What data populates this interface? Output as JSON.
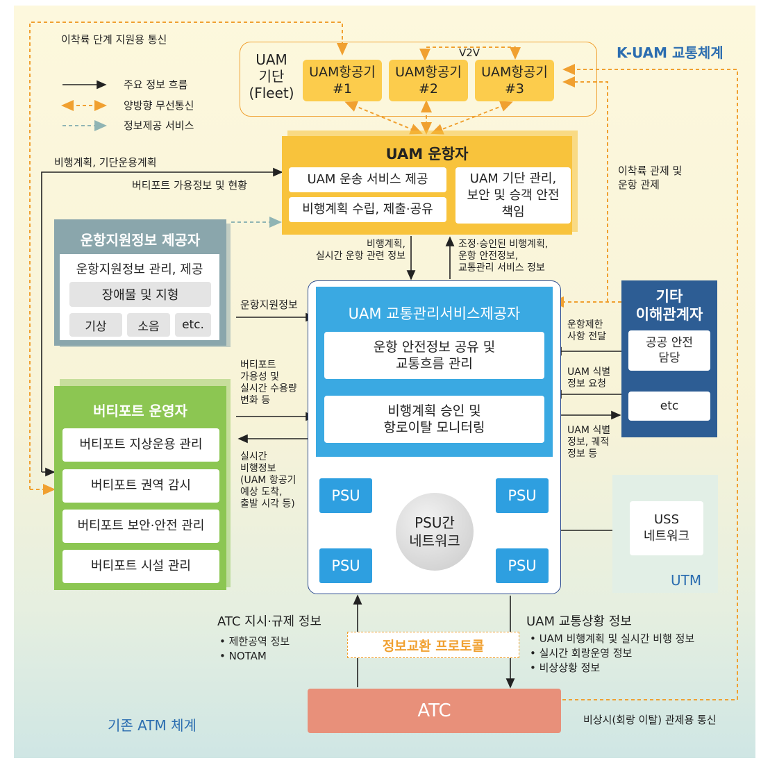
{
  "title_kuam": "K-UAM 교통체계",
  "title_atm": "기존 ATM 체계",
  "title_utm": "UTM",
  "legend": [
    {
      "label": "주요 정보 흐름",
      "color": "#222222"
    },
    {
      "label": "양방향 무선통신",
      "color": "#f0a030"
    },
    {
      "label": "정보제공 서비스",
      "color": "#8fb4b4"
    }
  ],
  "fleet": {
    "label_line1": "UAM",
    "label_line2": "기단",
    "label_line3": "(Fleet)",
    "v2v": "V2V",
    "aircraft": [
      {
        "line1": "UAM항공기",
        "line2": "#1"
      },
      {
        "line1": "UAM항공기",
        "line2": "#2"
      },
      {
        "line1": "UAM항공기",
        "line2": "#3"
      }
    ]
  },
  "operator": {
    "title": "UAM 운항자",
    "service": "UAM 운송 서비스 제공",
    "plan": "비행계획 수립, 제출·공유",
    "fleet_mgmt_1": "UAM 기단 관리,",
    "fleet_mgmt_2": "보안 및 승객 안전",
    "fleet_mgmt_3": "책임"
  },
  "support_provider": {
    "title": "운항지원정보 제공자",
    "subtitle": "운항지원정보 관리, 제공",
    "obstacle": "장애물 및 지형",
    "weather": "기상",
    "noise": "소음",
    "etc": "etc."
  },
  "vertiport": {
    "title": "버티포트 운영자",
    "items": [
      "버티포트 지상운용 관리",
      "버티포트 권역 감시",
      "버티포트 보안·안전 관리",
      "버티포트 시설 관리"
    ]
  },
  "pssp": {
    "title": "UAM 교통관리서비스제공자",
    "box1_line1": "운항 안전정보 공유 및",
    "box1_line2": "교통흐름 관리",
    "box2_line1": "비행계획 승인 및",
    "box2_line2": "항로이탈 모니터링",
    "psu": "PSU",
    "network_line1": "PSU간",
    "network_line2": "네트워크"
  },
  "stakeholders": {
    "title_line1": "기타",
    "title_line2": "이해관계자",
    "safety_line1": "공공 안전",
    "safety_line2": "담당",
    "etc": "etc"
  },
  "uss": {
    "line1": "USS",
    "line2": "네트워크"
  },
  "atc": {
    "label": "ATC"
  },
  "protocol": "정보교환 프로토콜",
  "annotations": {
    "landing_comm": "이착륙 단계 지원용 통신",
    "flight_plan_fleet": "비행계획, 기단운용계획",
    "vertiport_avail": "버티포트 가용정보 및 현황",
    "landing_control_1": "이착륙 관제 및",
    "landing_control_2": "운항 관제",
    "flight_plan_rt_1": "비행계획,",
    "flight_plan_rt_2": "실시간 운항 관련 정보",
    "approved_1": "조정·승인된 비행계획,",
    "approved_2": "운항 안전정보,",
    "approved_3": "교통관리 서비스 정보",
    "support_info": "운항지원정보",
    "restriction_1": "운항제한",
    "restriction_2": "사항 전달",
    "id_request_1": "UAM 식별",
    "id_request_2": "정보 요청",
    "vertiport_cap_1": "버티포트",
    "vertiport_cap_2": "가용성 및",
    "vertiport_cap_3": "실시간 수용량",
    "vertiport_cap_4": "변화 등",
    "id_track_1": "UAM 식별",
    "id_track_2": "정보, 궤적",
    "id_track_3": "정보 등",
    "rt_flight_1": "실시간",
    "rt_flight_2": "비행정보",
    "rt_flight_3": "(UAM 항공기",
    "rt_flight_4": "예상 도착,",
    "rt_flight_5": "출발 시각 등)",
    "atc_directive_title": "ATC 지시·규제 정보",
    "atc_directive_items": [
      "제한공역 정보",
      "NOTAM"
    ],
    "traffic_status_title": "UAM 교통상황 정보",
    "traffic_status_items": [
      "UAM 비행계획 및 실시간 비행 정보",
      "실시간 회랑운영 정보",
      "비상상황 정보"
    ],
    "emergency_comm": "비상시(회랑 이탈) 관제용 통신"
  },
  "colors": {
    "operator": "#f8c33c",
    "pssp": "#3aa9e2",
    "support": "#8aa6ac",
    "vertiport": "#8cc652",
    "stakeholder": "#2d5d94",
    "atc": "#e8907a",
    "wireless": "#f0a030"
  }
}
